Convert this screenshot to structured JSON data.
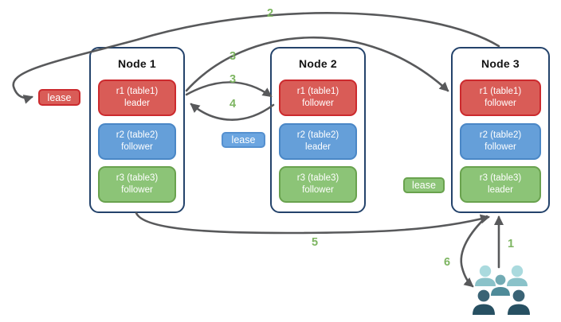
{
  "diagram_type": "replica-lease-diagram",
  "nodes": [
    {
      "title": "Node 1",
      "replicas": [
        {
          "name": "r1 (table1)",
          "role": "leader",
          "color": "#d95c57"
        },
        {
          "name": "r2 (table2)",
          "role": "follower",
          "color": "#659fd9"
        },
        {
          "name": "r3 (table3)",
          "role": "follower",
          "color": "#8cc477"
        }
      ]
    },
    {
      "title": "Node 2",
      "replicas": [
        {
          "name": "r1 (table1)",
          "role": "follower",
          "color": "#d95c57"
        },
        {
          "name": "r2 (table2)",
          "role": "leader",
          "color": "#659fd9"
        },
        {
          "name": "r3 (table3)",
          "role": "follower",
          "color": "#8cc477"
        }
      ]
    },
    {
      "title": "Node 3",
      "replicas": [
        {
          "name": "r1 (table1)",
          "role": "follower",
          "color": "#d95c57"
        },
        {
          "name": "r2 (table2)",
          "role": "follower",
          "color": "#659fd9"
        },
        {
          "name": "r3 (table3)",
          "role": "leader",
          "color": "#8cc477"
        }
      ]
    }
  ],
  "leases": [
    {
      "label": "lease",
      "color": "#d95c57"
    },
    {
      "label": "lease",
      "color": "#6ba5e0"
    },
    {
      "label": "lease",
      "color": "#8cc477"
    }
  ],
  "steps": {
    "1": "1",
    "2": "2",
    "3a": "3",
    "3b": "3",
    "4": "4",
    "5": "5",
    "6": "6"
  },
  "colors": {
    "node_border": "#24436b",
    "arrow": "#58595b",
    "step_label": "#7db561",
    "red_fill": "#d95c57",
    "red_border": "#cc2a2e",
    "blue_fill": "#659fd9",
    "blue_border": "#4a87c6",
    "green_fill": "#8cc477",
    "green_border": "#69a24e",
    "users_light": "#9fd2d6",
    "users_medium": "#5f9aa4",
    "users_dark": "#2e5969"
  },
  "icons": {
    "users": "users-icon"
  }
}
